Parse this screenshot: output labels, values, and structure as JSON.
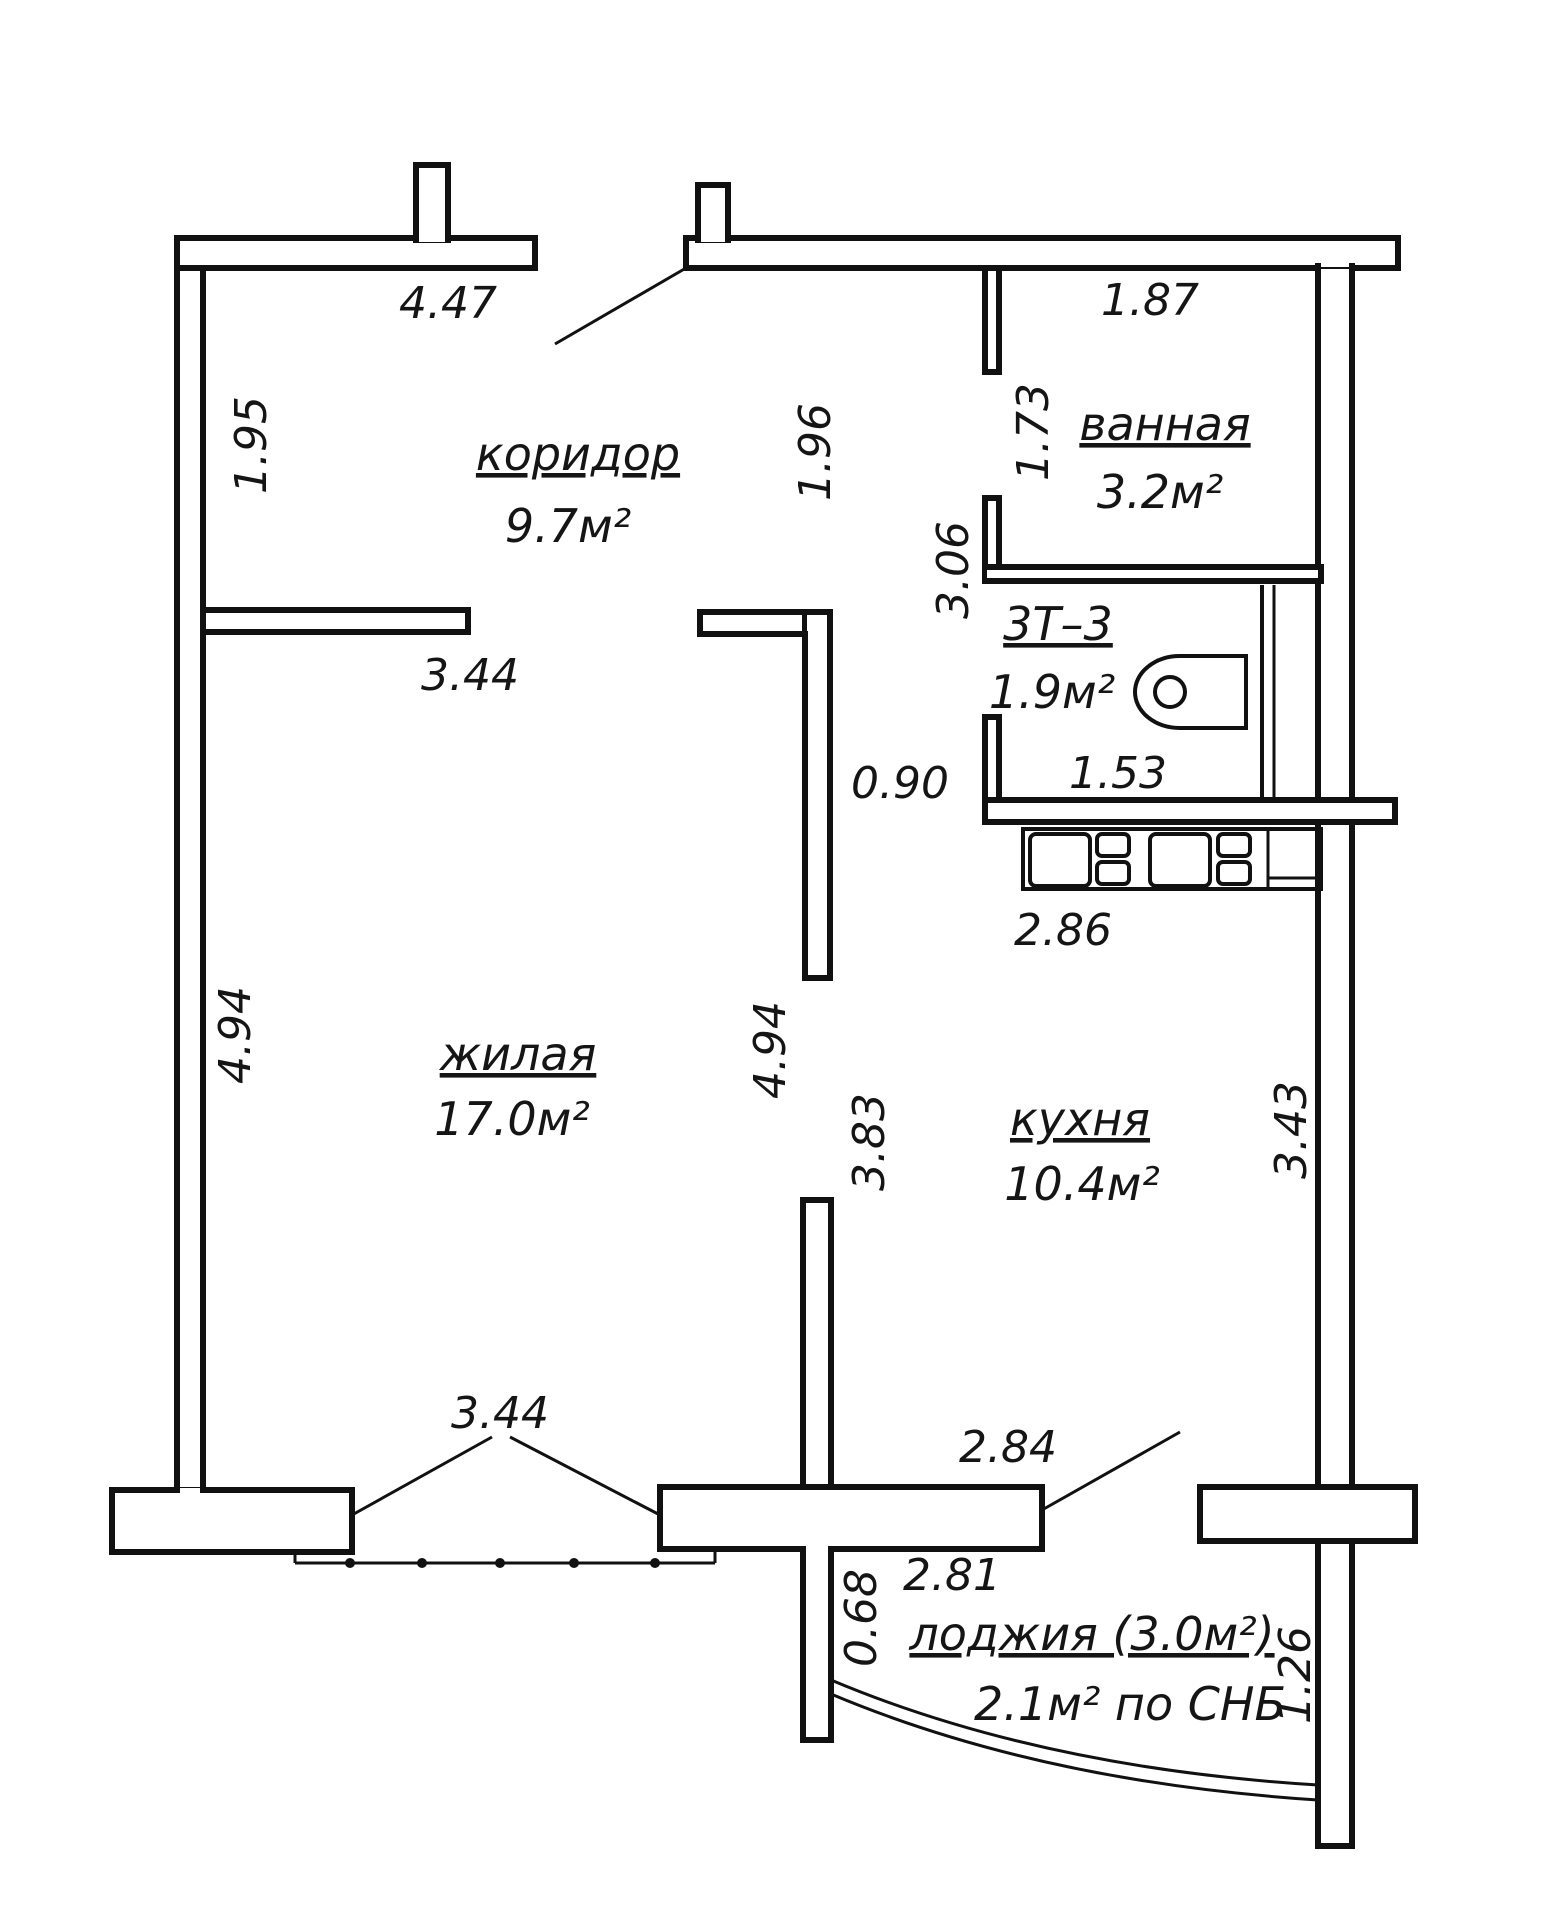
{
  "rooms": {
    "corridor": {
      "name": "коридор",
      "area": "9.7м²"
    },
    "bathroom": {
      "name": "ванная",
      "area": "3.2м²"
    },
    "wc": {
      "name": "3Т–3",
      "area": "1.9м²"
    },
    "living": {
      "name": "жилая",
      "area": "17.0м²"
    },
    "kitchen": {
      "name": "кухня",
      "area": "10.4м²"
    },
    "loggia": {
      "name": "лоджия (3.0м²)",
      "area": "2.1м² по СНБ"
    }
  },
  "dimensions": {
    "corridor_top": "4.47",
    "corridor_left": "1.95",
    "corridor_right": "1.96",
    "corridor_bottom": "3.44",
    "bath_top": "1.87",
    "bath_left": "1.73",
    "wc_left": "3.06",
    "wc_bottom": "1.53",
    "passage": "0.90",
    "kitchen_top": "2.86",
    "living_left": "4.94",
    "living_right": "4.94",
    "living_bottom": "3.44",
    "kitchen_left": "3.83",
    "kitchen_right": "3.43",
    "kitchen_bottom": "2.84",
    "loggia_top": "2.81",
    "loggia_left": "0.68",
    "loggia_right": "1.26"
  }
}
